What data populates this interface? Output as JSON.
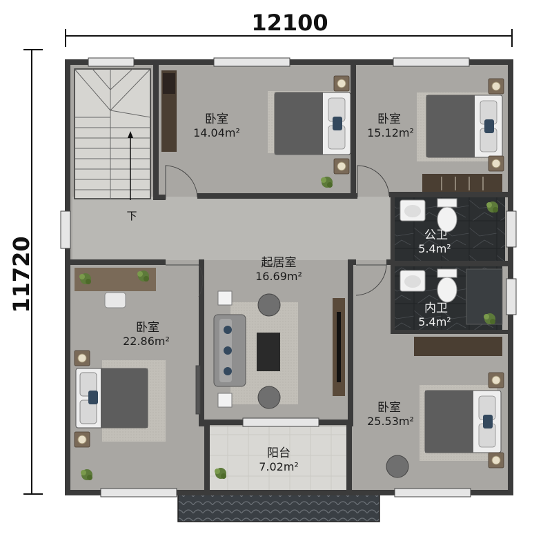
{
  "dimensions": {
    "width_label": "12100",
    "height_label": "11720"
  },
  "stair": {
    "label": "下"
  },
  "rooms": {
    "bedroom_top_left": {
      "name": "卧室",
      "area": "14.04m²"
    },
    "bedroom_top_right": {
      "name": "卧室",
      "area": "15.12m²"
    },
    "public_bathroom": {
      "name": "公卫",
      "area": "5.4m²"
    },
    "living_room": {
      "name": "起居室",
      "area": "16.69m²"
    },
    "ensuite_bathroom": {
      "name": "内卫",
      "area": "5.4m²"
    },
    "bedroom_left": {
      "name": "卧室",
      "area": "22.86m²"
    },
    "bedroom_bottom_right": {
      "name": "卧室",
      "area": "25.53m²"
    },
    "balcony": {
      "name": "阳台",
      "area": "7.02m²"
    }
  },
  "colors": {
    "floor": "#a9a7a3",
    "wall": "#3b3b3b",
    "bathroom_tile": "#2c2f31",
    "balcony_floor": "#d9d8d4",
    "roof_tile": "#3a3f44",
    "bed_dark": "#5a5a5a",
    "rug": "#c2bfb8"
  }
}
